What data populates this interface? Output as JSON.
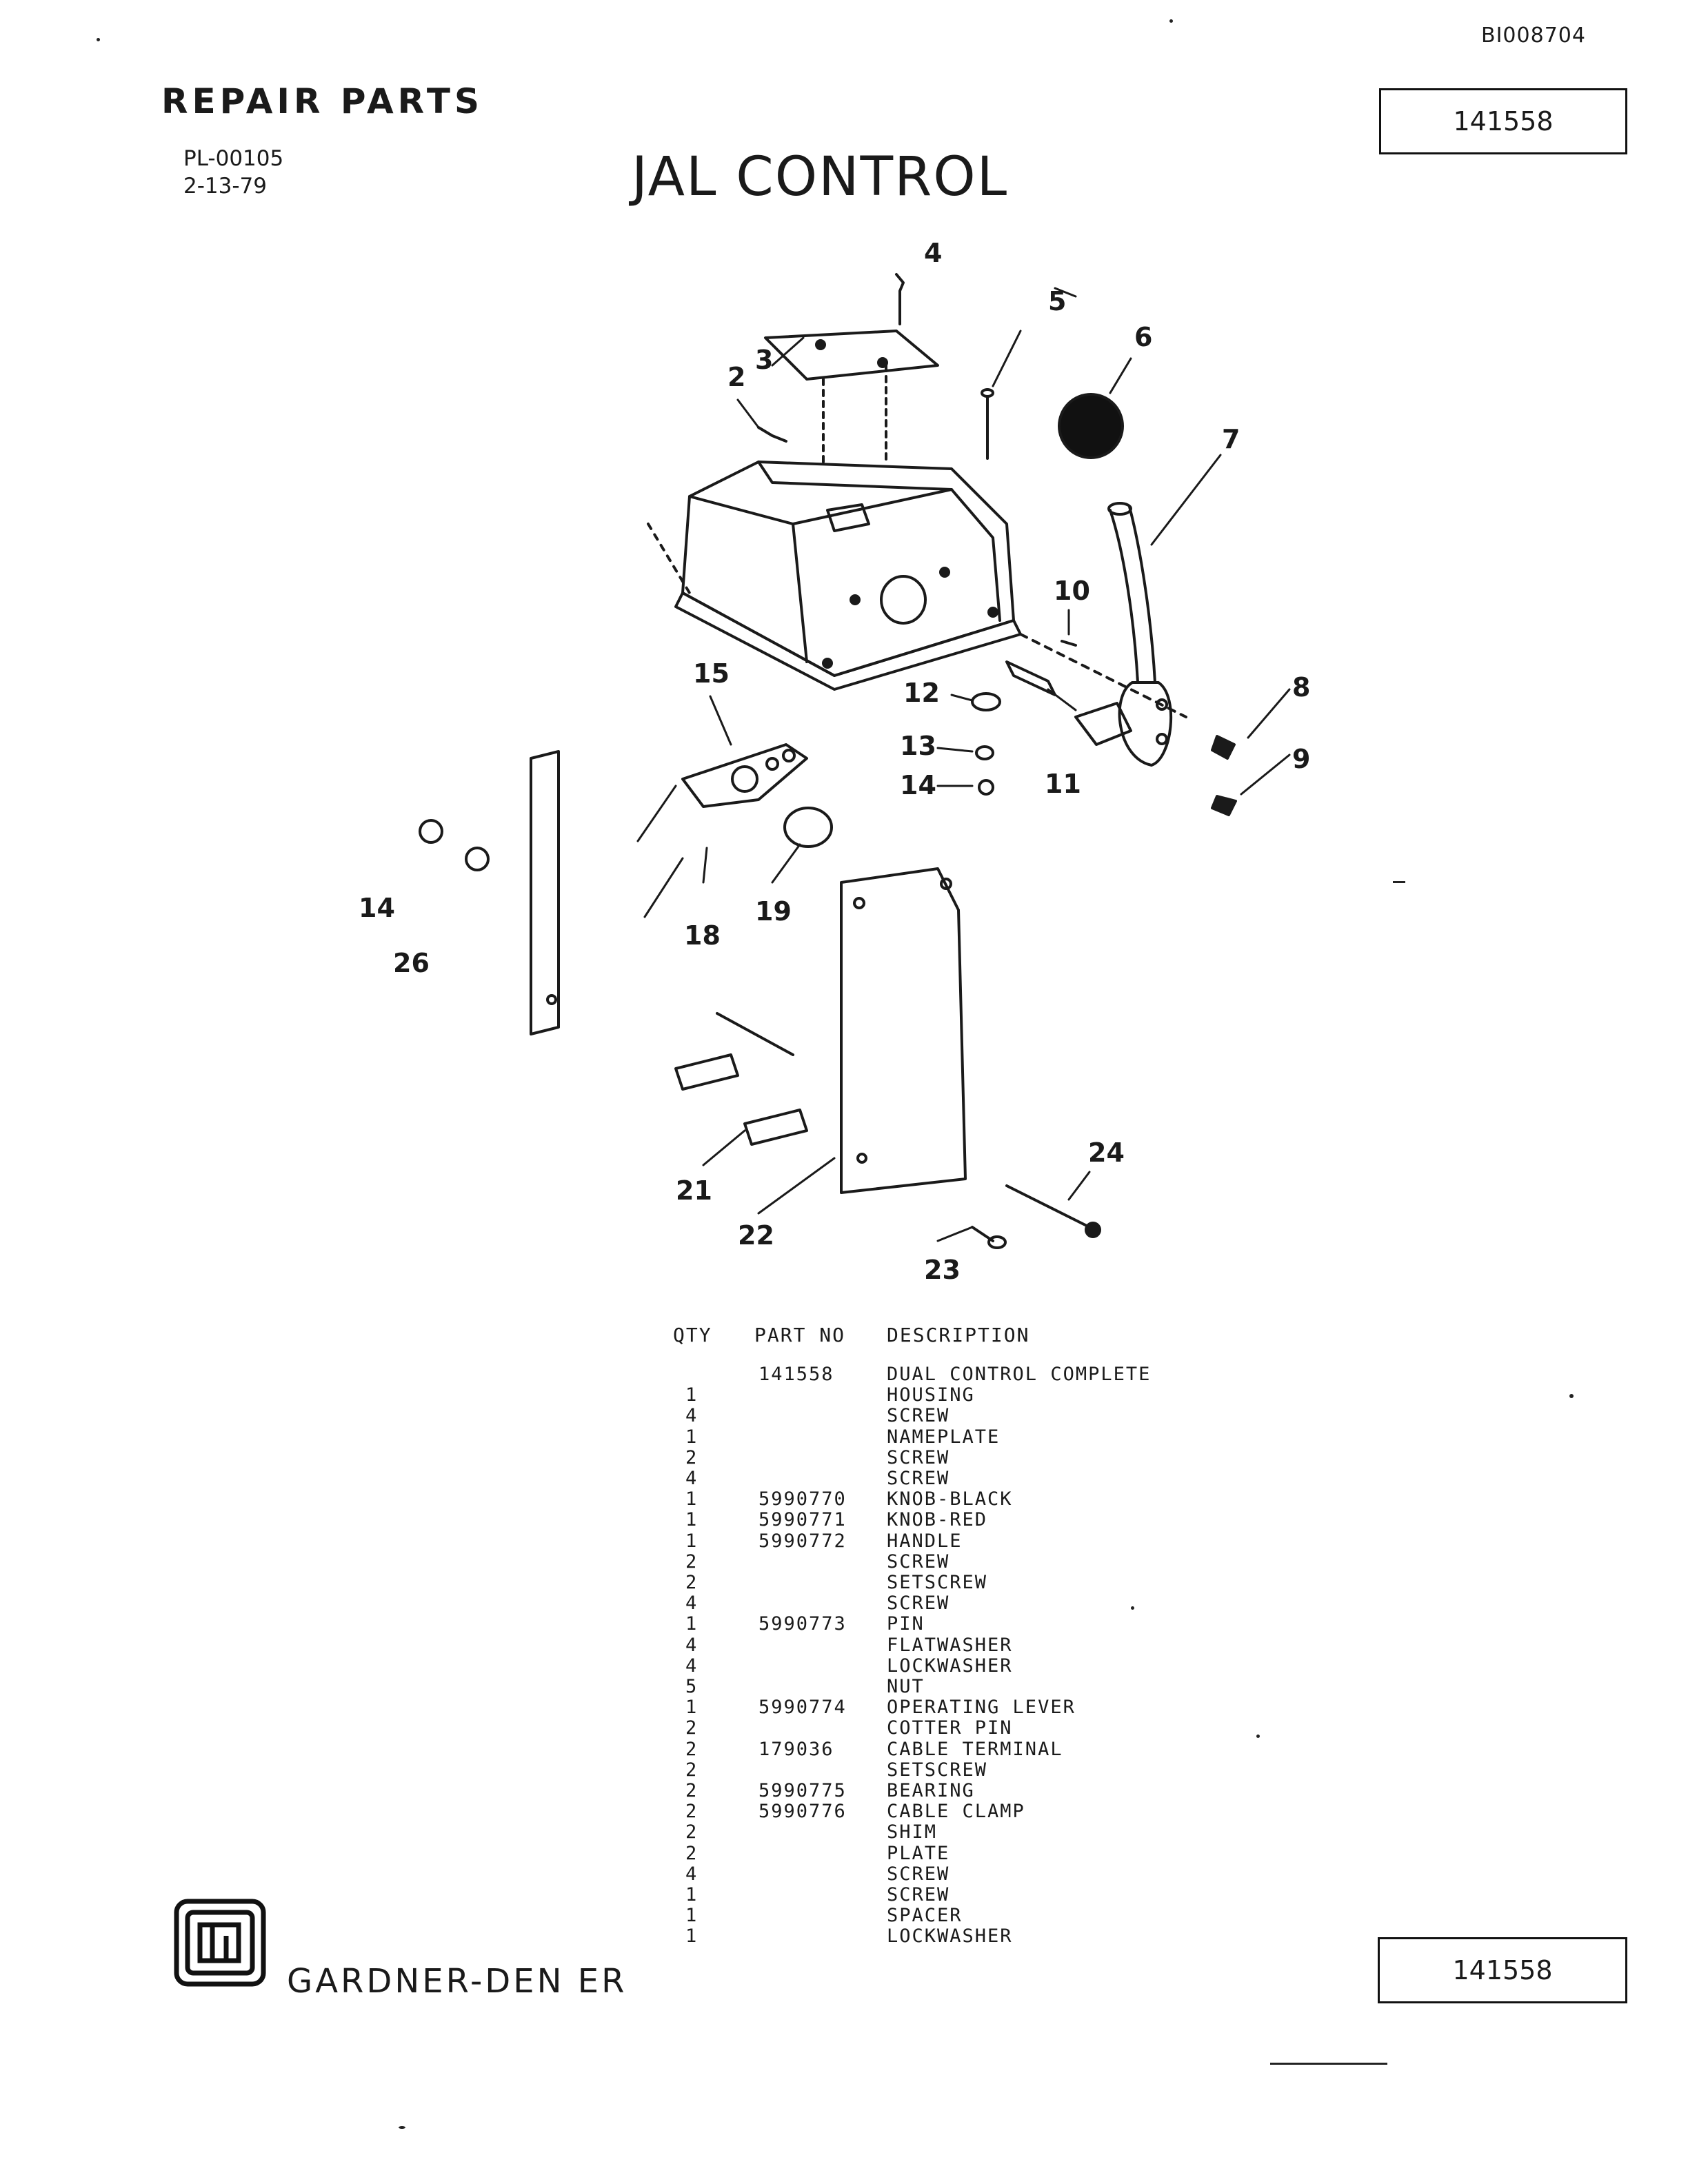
{
  "document_id": "BI008704",
  "header": {
    "title": "REPAIR PARTS",
    "pl_number": "PL-00105",
    "date": "2-13-79",
    "main_title": "JAL CONTROL",
    "part_number_top": "141558",
    "part_number_bottom": "141558"
  },
  "diagram": {
    "callouts": [
      "2",
      "3",
      "4",
      "5",
      "6",
      "7",
      "8",
      "9",
      "10",
      "11",
      "12",
      "13",
      "14",
      "15",
      "14",
      "26",
      "18",
      "19",
      "21",
      "22",
      "23",
      "24"
    ]
  },
  "parts_table": {
    "columns": [
      "QTY",
      "PART NO",
      "DESCRIPTION"
    ],
    "rows": [
      {
        "qty": "",
        "part": "141558",
        "desc": "DUAL CONTROL COMPLETE"
      },
      {
        "qty": "1",
        "part": "",
        "desc": "HOUSING"
      },
      {
        "qty": "4",
        "part": "",
        "desc": "SCREW"
      },
      {
        "qty": "1",
        "part": "",
        "desc": "NAMEPLATE"
      },
      {
        "qty": "2",
        "part": "",
        "desc": "SCREW"
      },
      {
        "qty": "4",
        "part": "",
        "desc": "SCREW"
      },
      {
        "qty": "1",
        "part": "5990770",
        "desc": "KNOB-BLACK"
      },
      {
        "qty": "1",
        "part": "5990771",
        "desc": "KNOB-RED"
      },
      {
        "qty": "1",
        "part": "5990772",
        "desc": "HANDLE"
      },
      {
        "qty": "2",
        "part": "",
        "desc": "SCREW"
      },
      {
        "qty": "2",
        "part": "",
        "desc": "SETSCREW"
      },
      {
        "qty": "4",
        "part": "",
        "desc": "SCREW"
      },
      {
        "qty": "1",
        "part": "5990773",
        "desc": "PIN"
      },
      {
        "qty": "4",
        "part": "",
        "desc": "FLATWASHER"
      },
      {
        "qty": "4",
        "part": "",
        "desc": "LOCKWASHER"
      },
      {
        "qty": "5",
        "part": "",
        "desc": "NUT"
      },
      {
        "qty": "1",
        "part": "5990774",
        "desc": "OPERATING LEVER"
      },
      {
        "qty": "2",
        "part": "",
        "desc": "COTTER PIN"
      },
      {
        "qty": "2",
        "part": "179036",
        "desc": "CABLE TERMINAL"
      },
      {
        "qty": "2",
        "part": "",
        "desc": "SETSCREW"
      },
      {
        "qty": "2",
        "part": "5990775",
        "desc": "BEARING"
      },
      {
        "qty": "2",
        "part": "5990776",
        "desc": "CABLE CLAMP"
      },
      {
        "qty": "2",
        "part": "",
        "desc": "SHIM"
      },
      {
        "qty": "2",
        "part": "",
        "desc": "PLATE"
      },
      {
        "qty": "4",
        "part": "",
        "desc": "SCREW"
      },
      {
        "qty": "1",
        "part": "",
        "desc": "SCREW"
      },
      {
        "qty": "1",
        "part": "",
        "desc": "SPACER"
      },
      {
        "qty": "1",
        "part": "",
        "desc": "LOCKWASHER"
      }
    ]
  },
  "footer": {
    "company": "GARDNER-DEN   ER",
    "logo_icon": "gardner-denver-logo"
  }
}
